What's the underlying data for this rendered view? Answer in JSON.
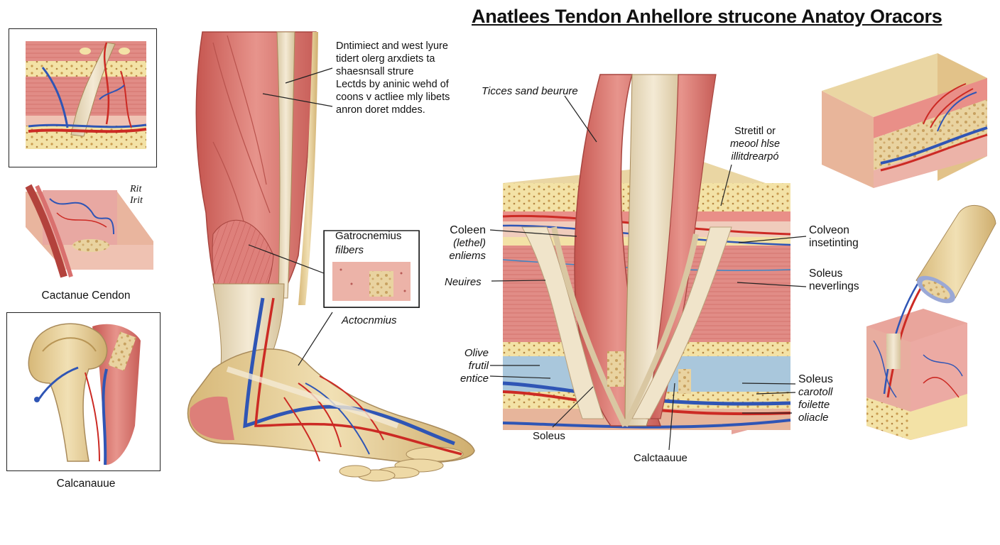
{
  "title": "Anatlees Tendon Anhellore strucone Anatoy Oracors",
  "colors": {
    "muscle": "#d9706e",
    "muscle_light": "#ecaaa3",
    "tendon": "#efe3c8",
    "bone": "#e6cf98",
    "fat": "#f3e2a6",
    "artery": "#cc2a24",
    "vein": "#2f55b5",
    "fascia": "#a9c7dc"
  },
  "labels": {
    "top_note": [
      "Dntimiect and west lyure",
      "tidert olerg arxdiets ta",
      "shaesnsall strure",
      "Lectds by aninic wehd of",
      "coons v actliee mly libets",
      "anron doret mddes."
    ],
    "cactanue_cendon": "Cactanue Cendon",
    "calcanauue": "Calcanauue",
    "rit": [
      "Rit",
      "Irit"
    ],
    "gastro_box": [
      "Gatrocnemius",
      "filbers"
    ],
    "actocnmius": "Actocnmius",
    "tissues": "Ticces sand beurure",
    "stretti": [
      "Stretitl or",
      "meool hlse",
      "illitdrearpó"
    ],
    "coleen": [
      "Coleen",
      "(lethel)",
      "enliems"
    ],
    "neuires": "Neuires",
    "olive": [
      "Olive",
      "frutil",
      "entice"
    ],
    "soleus_bottom": "Soleus",
    "calctaauue": "Calctaauue",
    "colveon": [
      "Colveon",
      "insetinting"
    ],
    "soleus_nev": [
      "Soleus",
      "neverlings"
    ],
    "soleus_car": [
      "Soleus",
      "carotoll",
      "foilette",
      "oliacle"
    ]
  }
}
